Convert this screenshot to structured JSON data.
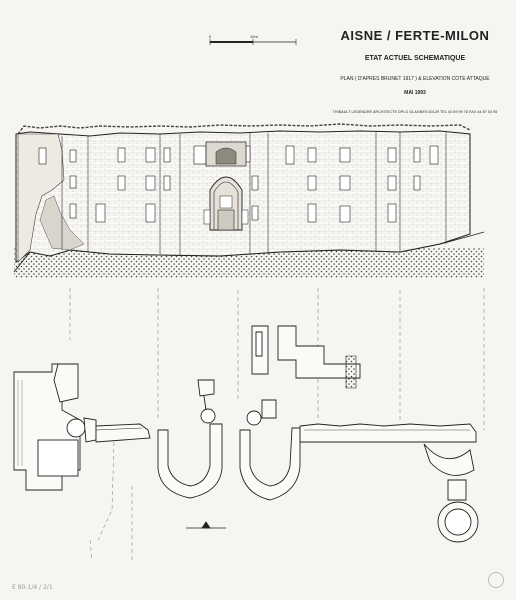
{
  "title_block": {
    "title": "AISNE / FERTE-MILON",
    "subtitle": "ETAT ACTUEL SCHEMATIQUE",
    "description": "PLAN ( D'APRES BRUNET 1917 ) & ELEVATION COTE ATTAQUE",
    "date": "MAI 1993",
    "architect": "THIBAULT LEGENDRE   ARCHITECTE DPLG   GLAGNES 60129   TEL 44 59 99 78   FAX 44 87 03 95"
  },
  "scale_bar": {
    "start_label": "0",
    "end_label": "10m"
  },
  "catalog_number": "E 80-1/4 / 2/1",
  "colors": {
    "paper": "#f6f5f1",
    "ink": "#222222",
    "hatch": "#555555",
    "stamp": "#bbbbbb"
  },
  "icons": {
    "stamp": "round-ink-stamp"
  }
}
